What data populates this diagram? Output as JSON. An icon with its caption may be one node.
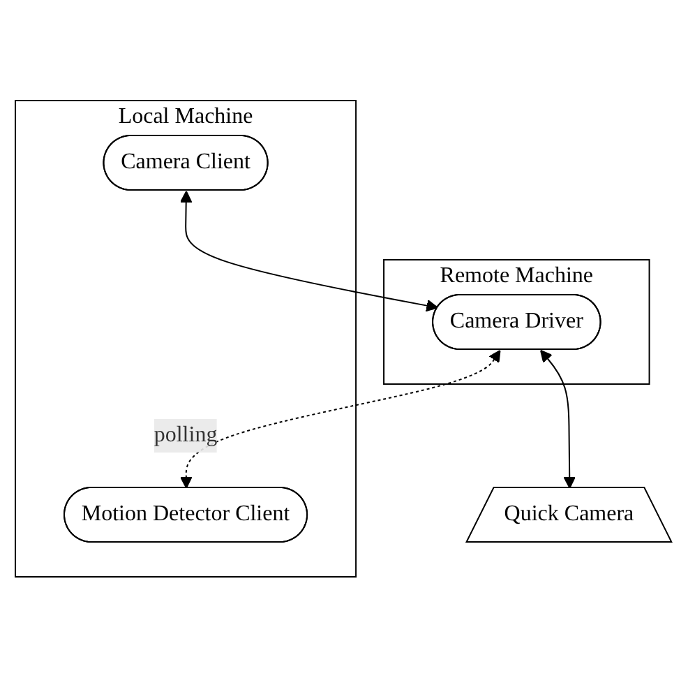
{
  "diagram": {
    "nodes": [
      {
        "text": [
          "Local Machine"
        ]
      },
      {
        "text": [
          "Camera Client"
        ],
        "in": 0
      },
      {
        "text": [
          "Motion Detector Client"
        ],
        "in": 0
      },
      {
        "text": [
          "Remote Machine"
        ]
      },
      {
        "text": [
          "Camera Driver"
        ],
        "in": 3
      },
      {
        "text": [
          "Quick Camera"
        ]
      }
    ],
    "edges": [
      {
        "from": 1,
        "to": 4,
        "arrow": "both"
      },
      {
        "from": 4,
        "to": 2,
        "arrow": "both",
        "style": "dashed",
        "label": "polling"
      },
      {
        "from": 4,
        "to": 5,
        "arrow": "both"
      }
    ]
  }
}
